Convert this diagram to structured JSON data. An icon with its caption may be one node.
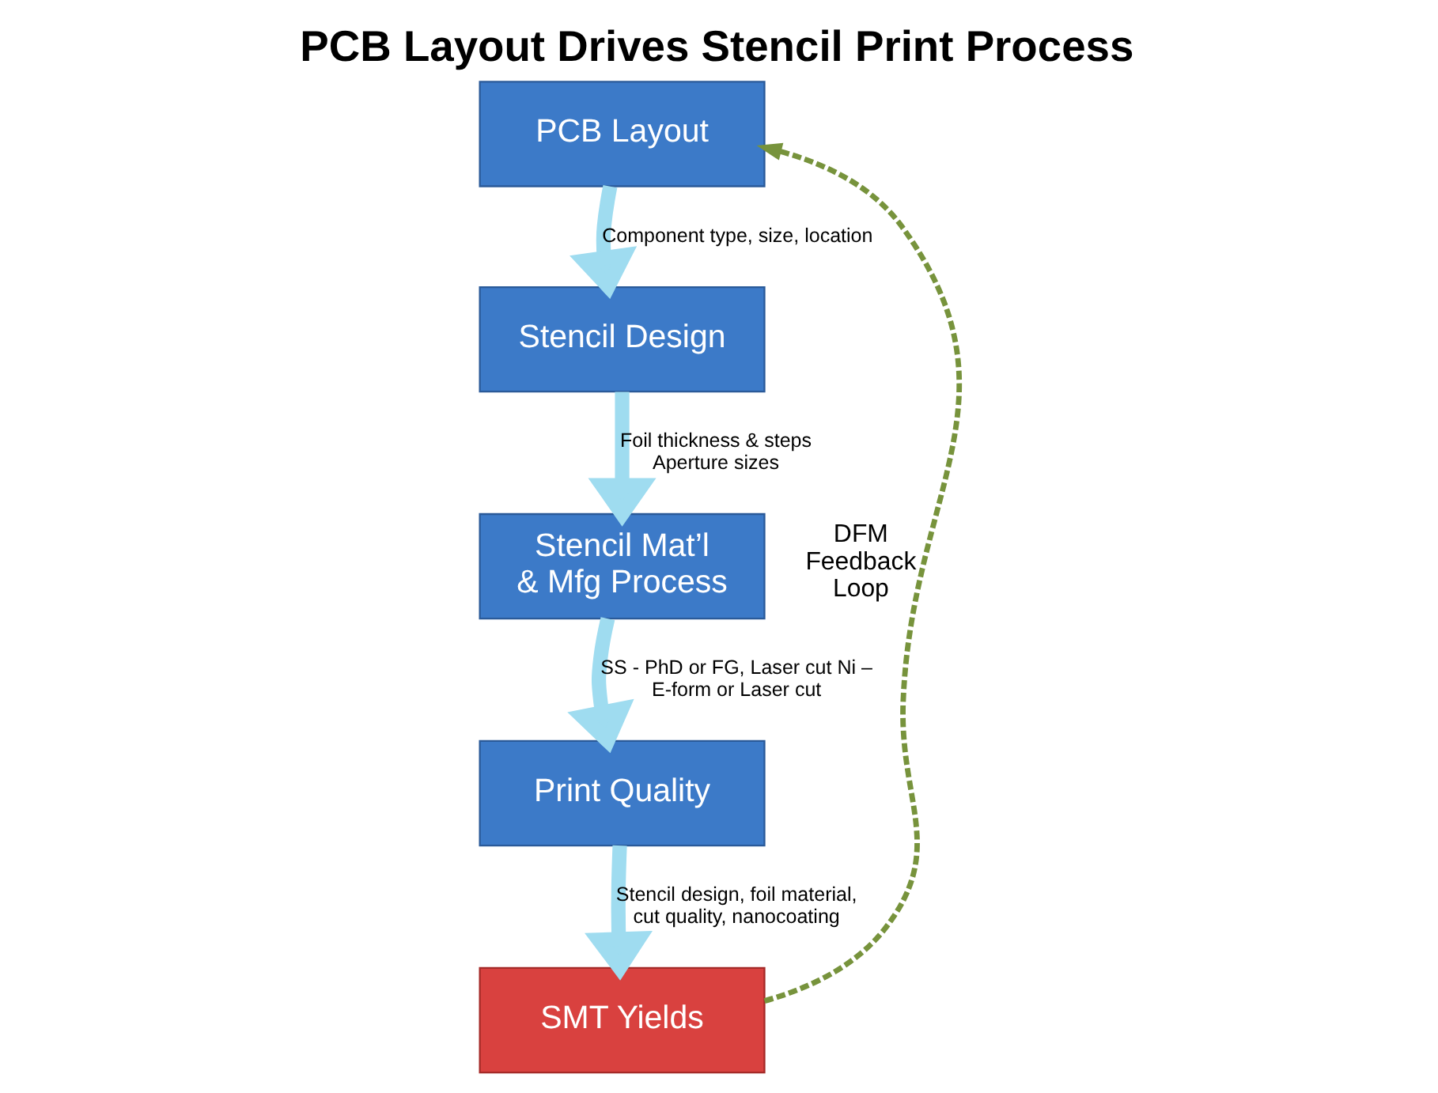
{
  "diagram": {
    "title": "PCB Layout Drives Stencil Print Process",
    "nodes": [
      {
        "text": [
          "PCB Layout"
        ]
      },
      {
        "text": [
          "Stencil Design"
        ]
      },
      {
        "text": [
          "Stencil Mat’l & Mfg Process"
        ]
      },
      {
        "text": [
          "Print Quality"
        ]
      },
      {
        "text": [
          "SMT Yields"
        ]
      }
    ],
    "edges": [
      {
        "from": 0,
        "to": 1,
        "arrow": "to",
        "label": "Component type, size, location"
      },
      {
        "from": 1,
        "to": 2,
        "arrow": "to",
        "label": "Foil thickness & steps Aperture sizes"
      },
      {
        "from": 2,
        "to": 3,
        "arrow": "to",
        "label": "SS - PhD or FG, Laser cut Ni – E-form or Laser cut"
      },
      {
        "from": 3,
        "to": 4,
        "arrow": "to",
        "label": "Stencil design, foil material, cut quality, nanocoating"
      },
      {
        "from": 4,
        "to": 0,
        "arrow": "to",
        "label": "DFM Feedback Loop",
        "style": "dashed",
        "color": "#77933c"
      }
    ]
  }
}
